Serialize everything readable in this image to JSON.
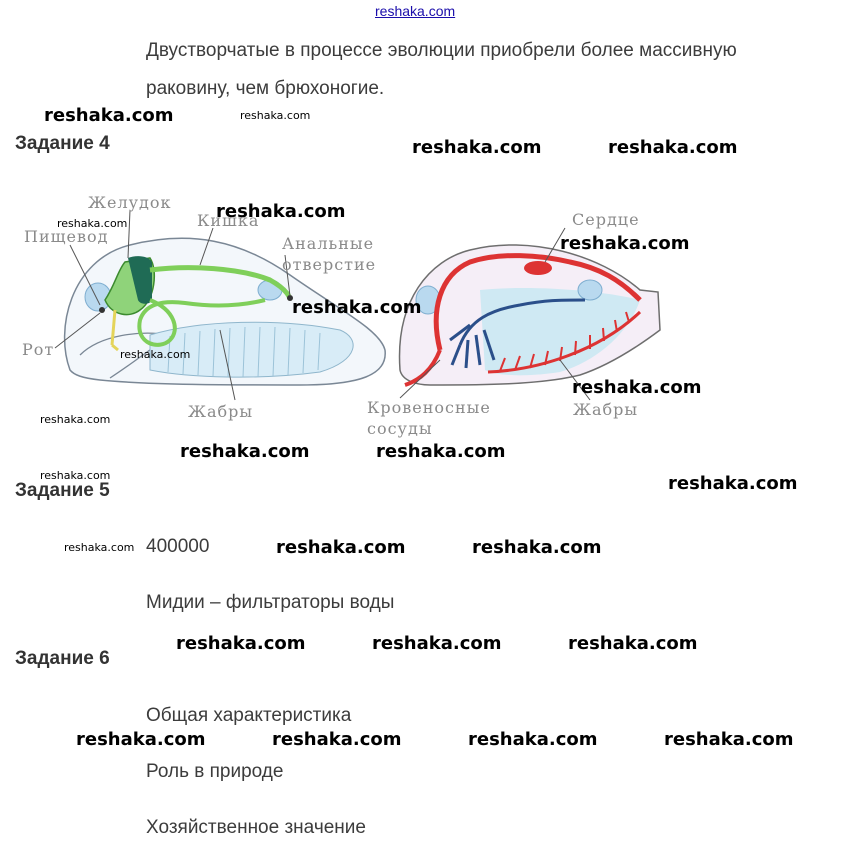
{
  "site_link": "reshaka.com",
  "intro": {
    "line1": "Двустворчатые в процессе эволюции приобрели более массивную",
    "line2": "раковину, чем брюхоногие."
  },
  "task4": {
    "heading": "Задание 4",
    "labels": {
      "stomach": "Желудок",
      "intestine": "Кишка",
      "esophagus": "Пищевод",
      "anal_1": "Анальные",
      "anal_2": "отверстие",
      "mouth": "Рот",
      "gills_left": "Жабры",
      "heart": "Сердце",
      "vessels_1": "Кровеносные",
      "vessels_2": "сосуды",
      "gills_right": "Жабры"
    }
  },
  "task5": {
    "heading": "Задание 5",
    "answer1": "400000",
    "answer2": "Мидии – фильтраторы воды"
  },
  "task6": {
    "heading": "Задание 6",
    "item1": "Общая характеристика",
    "item2": "Роль в природе",
    "item3": "Хозяйственное значение"
  },
  "watermark": "reshaka.com"
}
